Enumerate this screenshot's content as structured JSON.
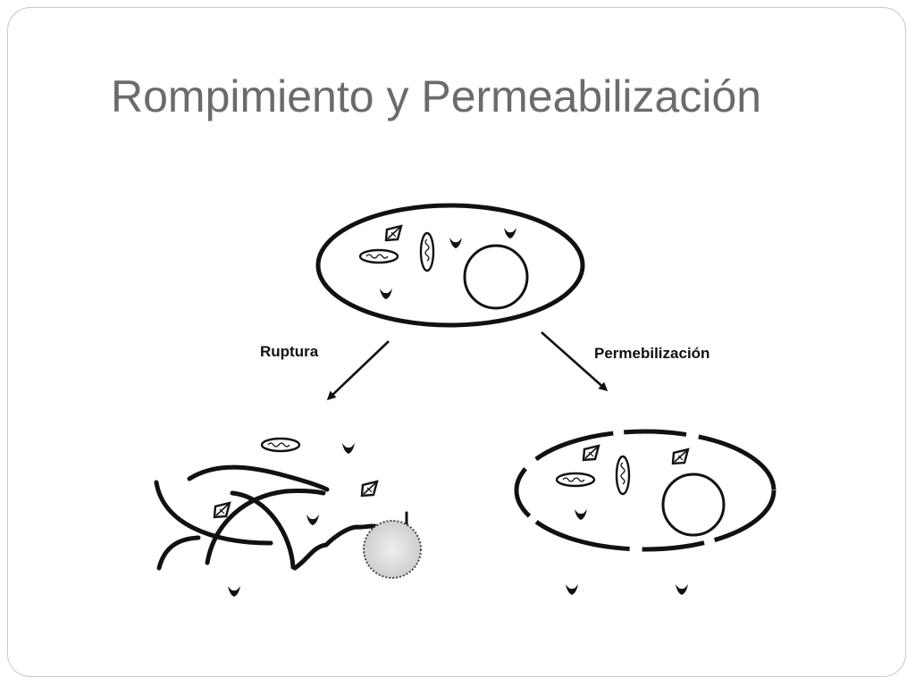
{
  "slide": {
    "title": "Rompimiento y Permeabilización"
  },
  "diagram": {
    "labels": {
      "left_arrow": "Ruptura",
      "right_arrow": "Permebilización"
    },
    "icons": {
      "cell": "cell-outline",
      "nucleus": "circle-outline",
      "organelle": "small-shape",
      "arrow": "arrow-down"
    },
    "colors": {
      "title": "#6b6b6b",
      "ink": "#111111",
      "frame": "#c8c8c8"
    }
  }
}
